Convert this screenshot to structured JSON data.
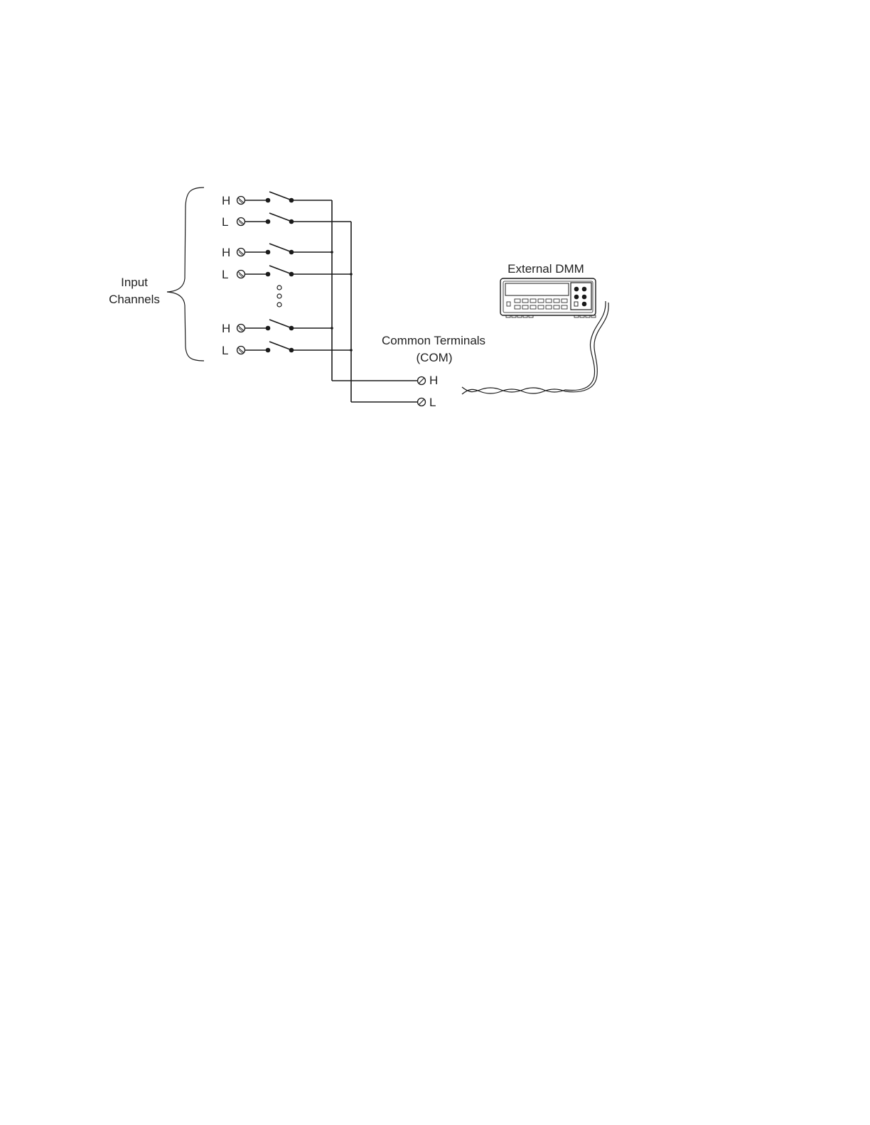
{
  "labels": {
    "input_line1": "Input",
    "input_line2": "Channels",
    "dmm": "External DMM",
    "com_line1": "Common Terminals",
    "com_line2": "(COM)"
  },
  "channel_rows": [
    {
      "pole": "H"
    },
    {
      "pole": "L"
    },
    {
      "pole": "H"
    },
    {
      "pole": "L"
    },
    {
      "pole": "H"
    },
    {
      "pole": "L"
    }
  ],
  "com_terminals": [
    {
      "pole": "H"
    },
    {
      "pole": "L"
    }
  ]
}
